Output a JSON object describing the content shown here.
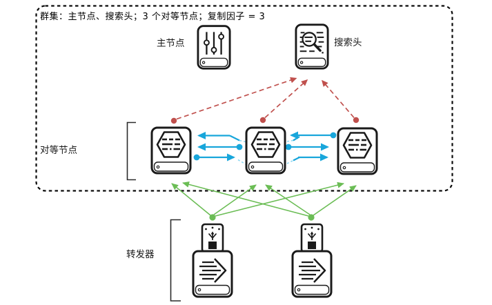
{
  "cluster": {
    "title": "群集：主节点、搜索头；3 个对等节点；复制因子 = 3",
    "border_color": "#000000",
    "replication_factor": "3",
    "peer_count": "3"
  },
  "labels": {
    "master": "主节点",
    "search_head": "搜索头",
    "peers": "对等节点",
    "forwarders": "转发器"
  },
  "icons": {
    "master": "sliders-device-icon",
    "search_head": "magnifier-document-device-icon",
    "peer": "hexagon-database-device-icon",
    "forwarder": "fast-forward-usb-device-icon"
  },
  "colors": {
    "outline": "#1a1a1a",
    "search_arrows": "#c0504d",
    "replication_arrows": "#18a6db",
    "replication_dashed": "#8ed8f2",
    "ingest_arrows": "#6bbd55"
  },
  "connections": [
    {
      "from": "peer-1",
      "to": "search-head",
      "type": "search",
      "style": "red-dashed"
    },
    {
      "from": "peer-2",
      "to": "search-head",
      "type": "search",
      "style": "red-dashed"
    },
    {
      "from": "peer-3",
      "to": "search-head",
      "type": "search",
      "style": "red-dashed"
    },
    {
      "from": "peer-2",
      "to": "peer-1",
      "type": "replication",
      "style": "blue-solid"
    },
    {
      "from": "peer-2",
      "to": "peer-1",
      "type": "replication",
      "style": "blue-solid"
    },
    {
      "from": "peer-1",
      "to": "peer-2",
      "type": "replication",
      "style": "blue-solid"
    },
    {
      "from": "peer-3",
      "to": "peer-2",
      "type": "replication",
      "style": "blue-solid"
    },
    {
      "from": "peer-2",
      "to": "peer-3",
      "type": "replication",
      "style": "blue-solid"
    },
    {
      "from": "peer-2",
      "to": "peer-3",
      "type": "replication",
      "style": "blue-solid"
    },
    {
      "from": "forwarder-1",
      "to": "peer-1",
      "type": "ingest",
      "style": "green-solid"
    },
    {
      "from": "forwarder-1",
      "to": "peer-2",
      "type": "ingest",
      "style": "green-solid"
    },
    {
      "from": "forwarder-1",
      "to": "peer-3",
      "type": "ingest",
      "style": "green-solid"
    },
    {
      "from": "forwarder-2",
      "to": "peer-1",
      "type": "ingest",
      "style": "green-solid"
    },
    {
      "from": "forwarder-2",
      "to": "peer-2",
      "type": "ingest",
      "style": "green-solid"
    },
    {
      "from": "forwarder-2",
      "to": "peer-3",
      "type": "ingest",
      "style": "green-solid"
    }
  ]
}
